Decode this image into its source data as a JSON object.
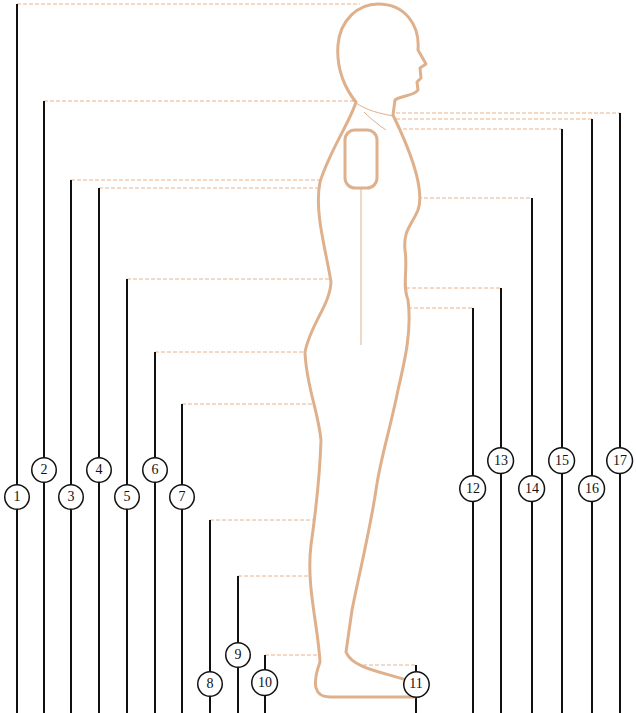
{
  "diagram": {
    "nodes": [
      {
        "text": [
          "1"
        ]
      },
      {
        "text": [
          "2"
        ]
      },
      {
        "text": [
          "3"
        ]
      },
      {
        "text": [
          "4"
        ]
      },
      {
        "text": [
          "5"
        ]
      },
      {
        "text": [
          "6"
        ]
      },
      {
        "text": [
          "7"
        ]
      },
      {
        "text": [
          "8"
        ]
      },
      {
        "text": [
          "9"
        ]
      },
      {
        "text": [
          "10"
        ]
      },
      {
        "text": [
          "11"
        ]
      },
      {
        "text": [
          "12"
        ]
      },
      {
        "text": [
          "13"
        ]
      },
      {
        "text": [
          "14"
        ]
      },
      {
        "text": [
          "15"
        ]
      },
      {
        "text": [
          "16"
        ]
      },
      {
        "text": [
          "17"
        ]
      }
    ]
  }
}
